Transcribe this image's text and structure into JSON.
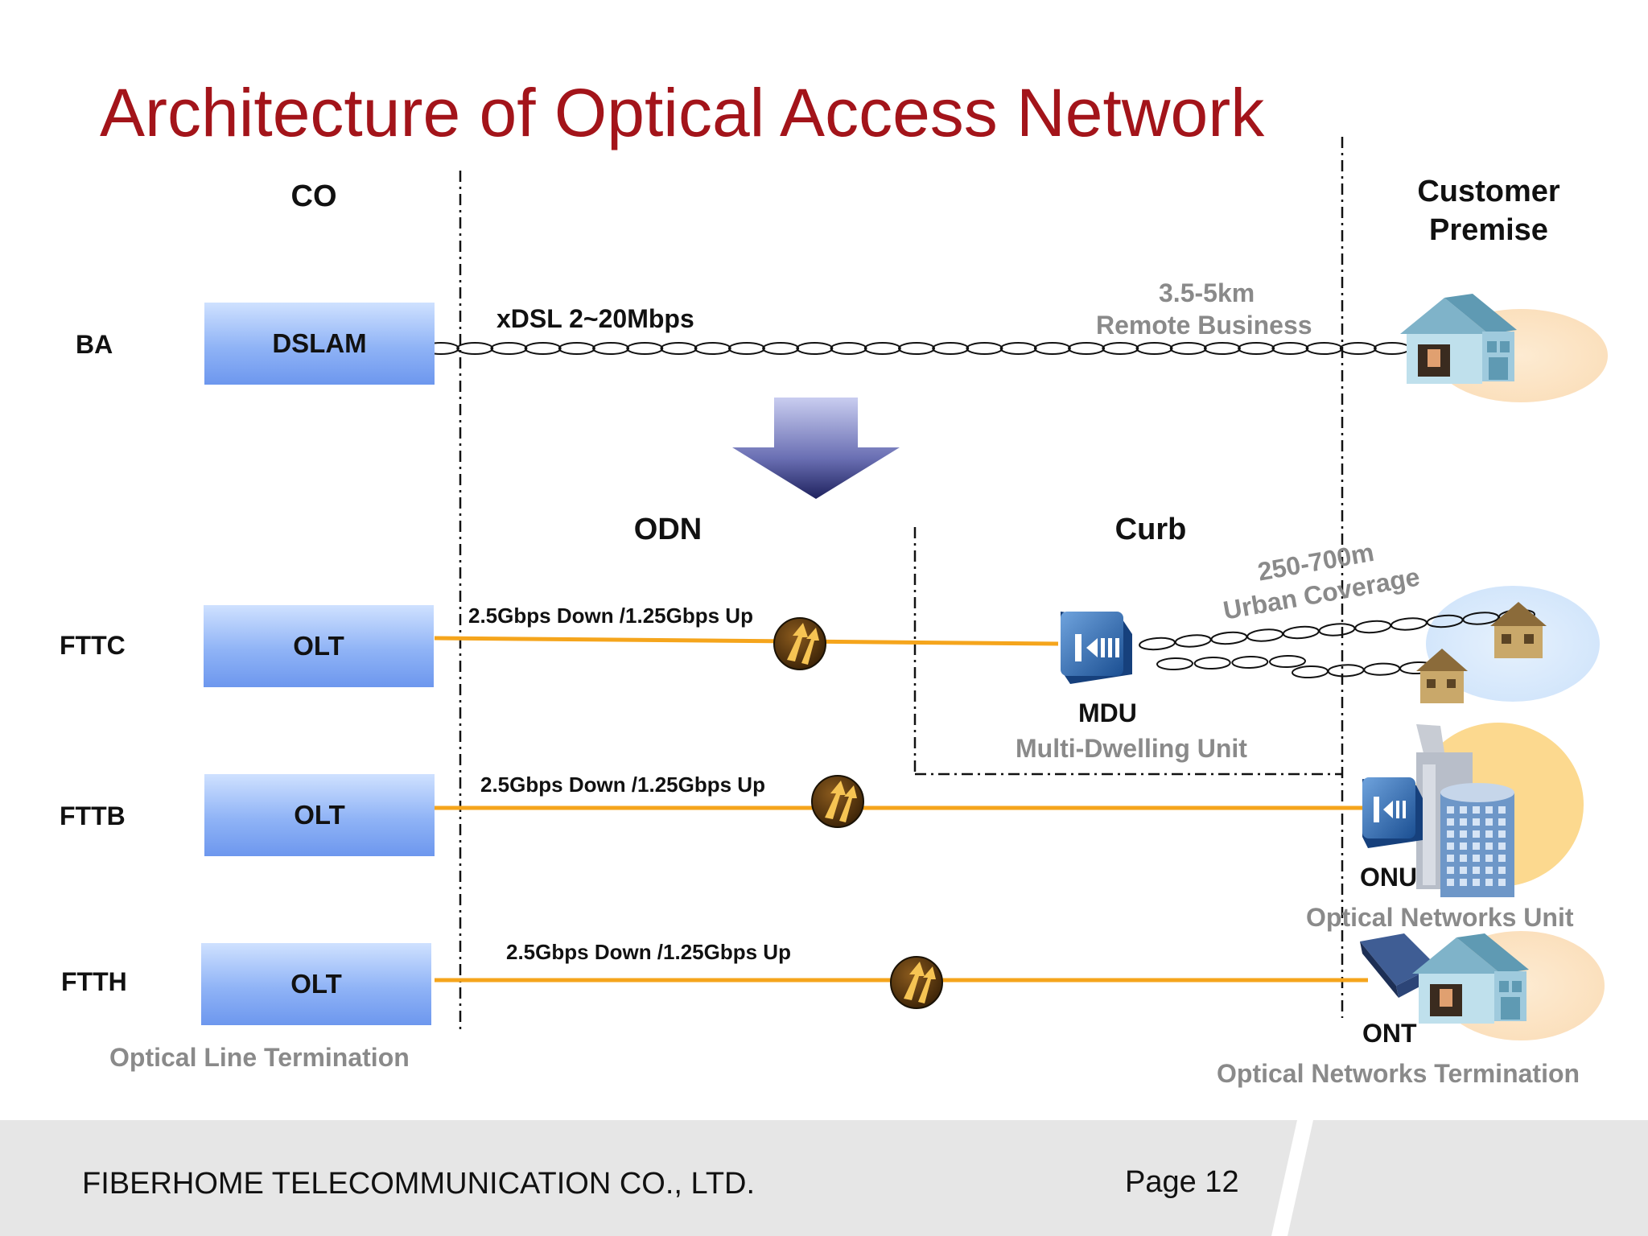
{
  "title": "Architecture of Optical Access Network",
  "headers": {
    "co": "CO",
    "customer_premise": "Customer\nPremise",
    "odn": "ODN",
    "curb": "Curb"
  },
  "rows": [
    {
      "label": "BA",
      "device": "DSLAM",
      "link": "xDSL 2~20Mbps"
    },
    {
      "label": "FTTC",
      "device": "OLT",
      "link": "2.5Gbps Down /1.25Gbps Up"
    },
    {
      "label": "FTTB",
      "device": "OLT",
      "link": "2.5Gbps Down /1.25Gbps Up"
    },
    {
      "label": "FTTH",
      "device": "OLT",
      "link": "2.5Gbps Down /1.25Gbps Up"
    }
  ],
  "annotations": {
    "remote_distance": "3.5-5km",
    "remote_label": "Remote Business",
    "urban_distance": "250-700m",
    "urban_label": "Urban Coverage",
    "olt_full": "Optical Line Termination"
  },
  "devices": {
    "mdu": {
      "abbr": "MDU",
      "full": "Multi-Dwelling Unit"
    },
    "onu": {
      "abbr": "ONU",
      "full": "Optical Networks Unit"
    },
    "ont": {
      "abbr": "ONT",
      "full": "Optical Networks Termination"
    }
  },
  "colors": {
    "title": "#a3141a",
    "fiber": "#f5a51c",
    "box_top": "#cfe1ff",
    "box_bottom": "#6d97ee",
    "annotation_gray": "#8a8a8a",
    "footer_bg": "#e6e6e6"
  },
  "footer": {
    "company": "FIBERHOME TELECOMMUNICATION CO., LTD.",
    "page": "Page 12"
  }
}
